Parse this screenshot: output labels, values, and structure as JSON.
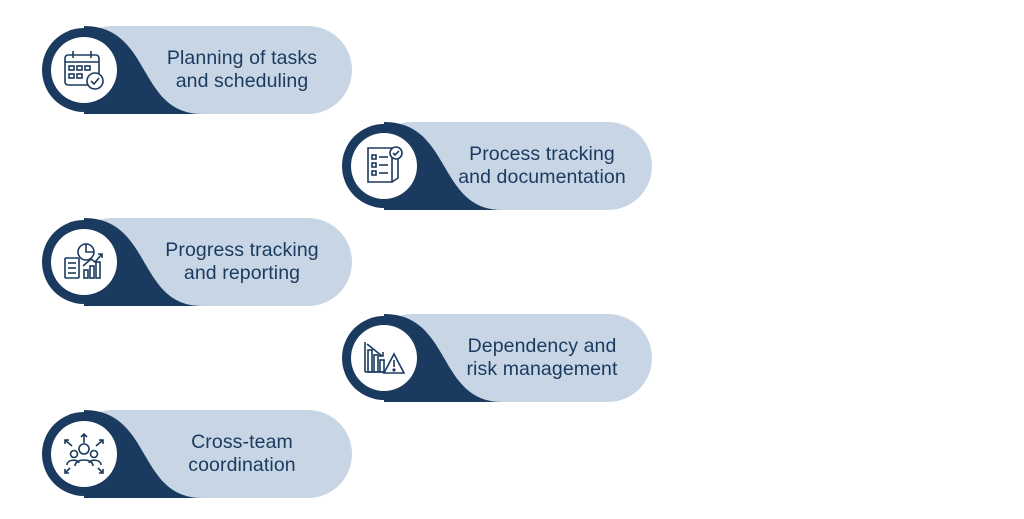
{
  "colors": {
    "pill": "#c7d5e4",
    "navy": "#1b3a5f",
    "text": "#1b3a5f",
    "background": "#ffffff"
  },
  "items": [
    {
      "lines": [
        "Planning of tasks",
        "and scheduling"
      ],
      "icon": "calendar-check-icon"
    },
    {
      "lines": [
        "Process tracking",
        "and documentation"
      ],
      "icon": "checklist-document-icon"
    },
    {
      "lines": [
        "Progress tracking",
        "and reporting"
      ],
      "icon": "report-chart-icon"
    },
    {
      "lines": [
        "Dependency and",
        "risk management"
      ],
      "icon": "declining-chart-warning-icon"
    },
    {
      "lines": [
        "Cross-team",
        "coordination"
      ],
      "icon": "team-network-icon"
    }
  ]
}
